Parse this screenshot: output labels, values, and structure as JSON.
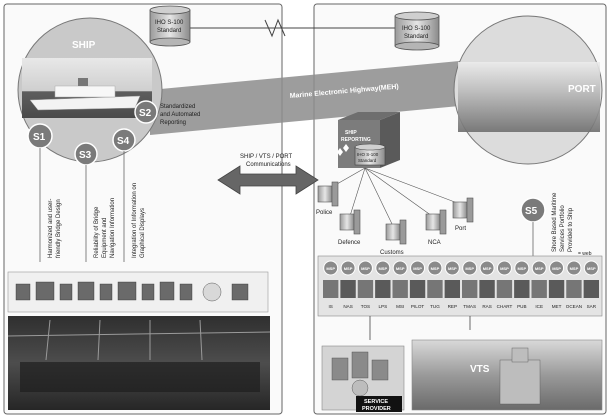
{
  "standard": {
    "line1": "IHO S-100",
    "line2": "Standard"
  },
  "ship": {
    "label": "SHIP"
  },
  "port": {
    "label": "PORT"
  },
  "highway": {
    "label": "Marine Electronic Highway(MEH)"
  },
  "s_badges": [
    "S1",
    "S2",
    "S3",
    "S4",
    "S5"
  ],
  "s2_text": [
    "Standardized",
    "and Automated",
    "Reporting"
  ],
  "vertical_texts": {
    "s1": [
      "Harmonized and user-",
      "friendly Bridge Design"
    ],
    "s3": [
      "Reliability of Bridge",
      "Equipment and",
      "Navigation Information"
    ],
    "s4": [
      "Integration of Information on",
      "Graphical Displays"
    ],
    "s5": [
      "Shore Based Maritime",
      "Services Portfolio",
      "Provided to Ship"
    ]
  },
  "communications": {
    "line1": "SHIP / VTS / PORT",
    "line2": "Communications"
  },
  "ship_reporting": {
    "line1": "SHIP",
    "line2": "REPORTING",
    "std1": "IHO S-100",
    "std2": "Standard"
  },
  "authorities": [
    "Police",
    "Defence",
    "Customs",
    "NCA",
    "Port"
  ],
  "msp_label": "MSP",
  "services": [
    "IS",
    "NAS",
    "TOS",
    "LPS",
    "MSI",
    "PILOT",
    "TUG",
    "REP",
    "TMAS",
    "RAS",
    "CHART",
    "PUB",
    "ICE",
    "MET",
    "OCEAN",
    "SAR"
  ],
  "web_note": "= web",
  "vts": {
    "label": "VTS"
  },
  "service_provider": {
    "line1": "SERVICE",
    "line2": "PROVIDER"
  },
  "colors": {
    "frame": "#555555",
    "highway": "#8c8c8c",
    "badge": "#7a7a7a",
    "photo_dark": "#3a3a3a"
  }
}
